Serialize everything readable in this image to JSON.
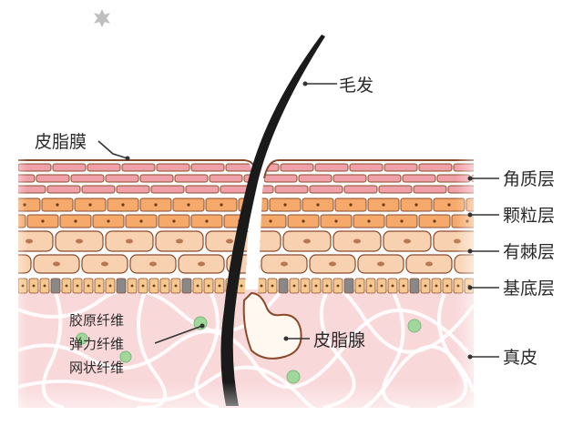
{
  "labels": {
    "hair": "毛发",
    "sebum_film": "皮脂膜",
    "stratum_corneum": "角质层",
    "stratum_granulosum": "颗粒层",
    "stratum_spinosum": "有棘层",
    "stratum_basale": "基底层",
    "sebaceous_gland": "皮脂腺",
    "dermis": "真皮",
    "collagen_fiber": "胶原纤维",
    "elastic_fiber": "弹力纤维",
    "reticular_fiber": "网状纤维"
  },
  "colors": {
    "outline": "#8a4a2a",
    "corneum_cell": "#f0a0a8",
    "granular_cell": "#f5a96a",
    "spinous_cell": "#f8d2b0",
    "basal_cell": "#f5c890",
    "basal_dark_cell": "#888888",
    "dermis": "#f9d8da",
    "dermis_fiber": "#ffffff",
    "hair": "#1a1a1a",
    "gland": "#fff8f0",
    "green_dot": "#9fd89a",
    "pointer": "#333333"
  },
  "icons": {
    "top_left_decoration": "star-burst-icon"
  }
}
